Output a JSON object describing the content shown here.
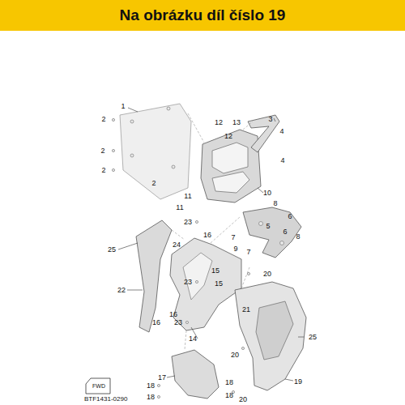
{
  "diagram": {
    "title": "Na obrázku díl číslo 19",
    "labels": [
      "1",
      "2",
      "2",
      "2",
      "2",
      "3",
      "4",
      "4",
      "12",
      "13",
      "12",
      "11",
      "11",
      "10",
      "8",
      "6",
      "5",
      "6",
      "8",
      "7",
      "9",
      "7",
      "23",
      "16",
      "24",
      "25",
      "15",
      "20",
      "15",
      "23",
      "22",
      "16",
      "21",
      "16",
      "23",
      "14",
      "25",
      "20",
      "19",
      "17",
      "18",
      "18",
      "18",
      "18",
      "20",
      "FWD",
      "BTF1431-0290"
    ]
  }
}
